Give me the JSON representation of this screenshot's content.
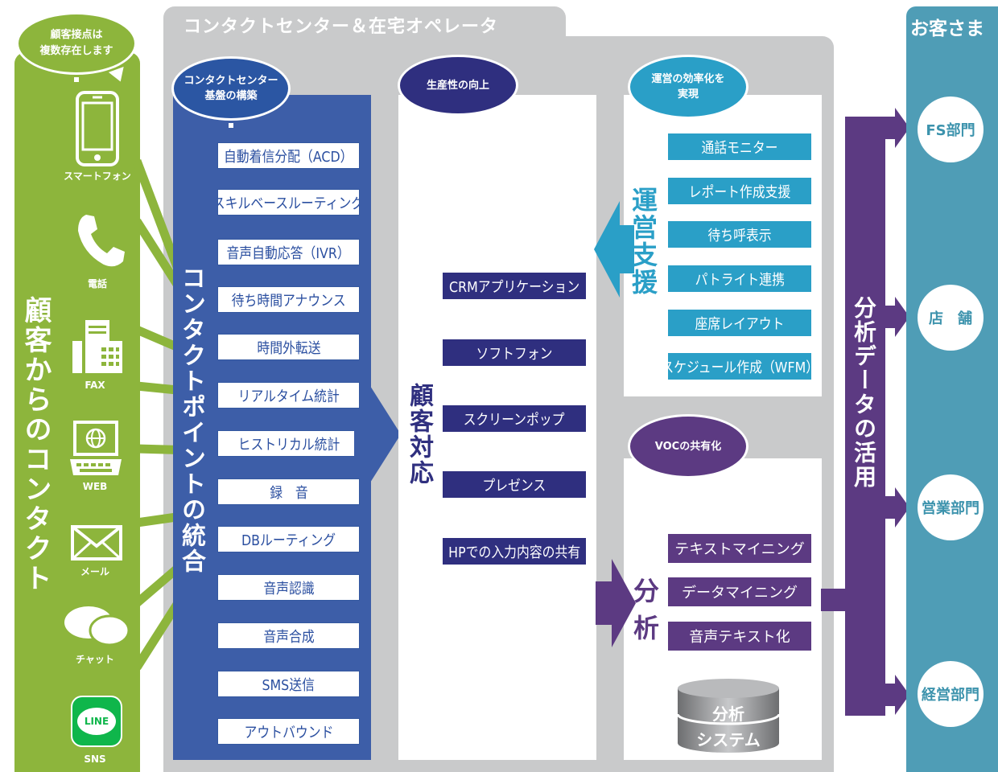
{
  "center": {
    "title": "コンタクトセンター＆在宅オペレータ"
  },
  "left": {
    "bubble": "顧客接点は\n複数存在します",
    "title": "顧客からのコンタクト",
    "channels": [
      "スマートフォン",
      "電話",
      "FAX",
      "WEB",
      "メール",
      "チャット",
      "SNS"
    ],
    "sns_logo": "LINE"
  },
  "contact": {
    "bubble": "コンタクトセンター\n基盤の構築",
    "title": "コンタクトポイントの統合",
    "items": [
      "自動着信分配（ACD）",
      "スキルベースルーティング",
      "音声自動応答（IVR）",
      "待ち時間アナウンス",
      "時間外転送",
      "リアルタイム統計",
      "ヒストリカル統計",
      "録　音",
      "DBルーティング",
      "音声認識",
      "音声合成",
      "SMS送信",
      "アウトバウンド"
    ]
  },
  "service": {
    "bubble": "生産性の向上",
    "title": "顧客対応",
    "items": [
      "CRMアプリケーション",
      "ソフトフォン",
      "スクリーンポップ",
      "プレゼンス",
      "HPでの入力内容の共有"
    ]
  },
  "ops": {
    "bubble": "運営の効率化を\n実現",
    "title": "運営支援",
    "items": [
      "通話モニター",
      "レポート作成支援",
      "待ち呼表示",
      "パトライト連携",
      "座席レイアウト",
      "スケジュール作成（WFM）"
    ]
  },
  "analysis": {
    "bubble": "VOCの共有化",
    "title": "分析",
    "items": [
      "テキストマイニング",
      "データマイニング",
      "音声テキスト化"
    ],
    "db_label": [
      "分析",
      "システム"
    ]
  },
  "utilization": {
    "title": "分析データの活用"
  },
  "customers": {
    "title": "お客さま",
    "depts": [
      "FS部門",
      "店　舗",
      "営業部門",
      "経営部門"
    ]
  }
}
